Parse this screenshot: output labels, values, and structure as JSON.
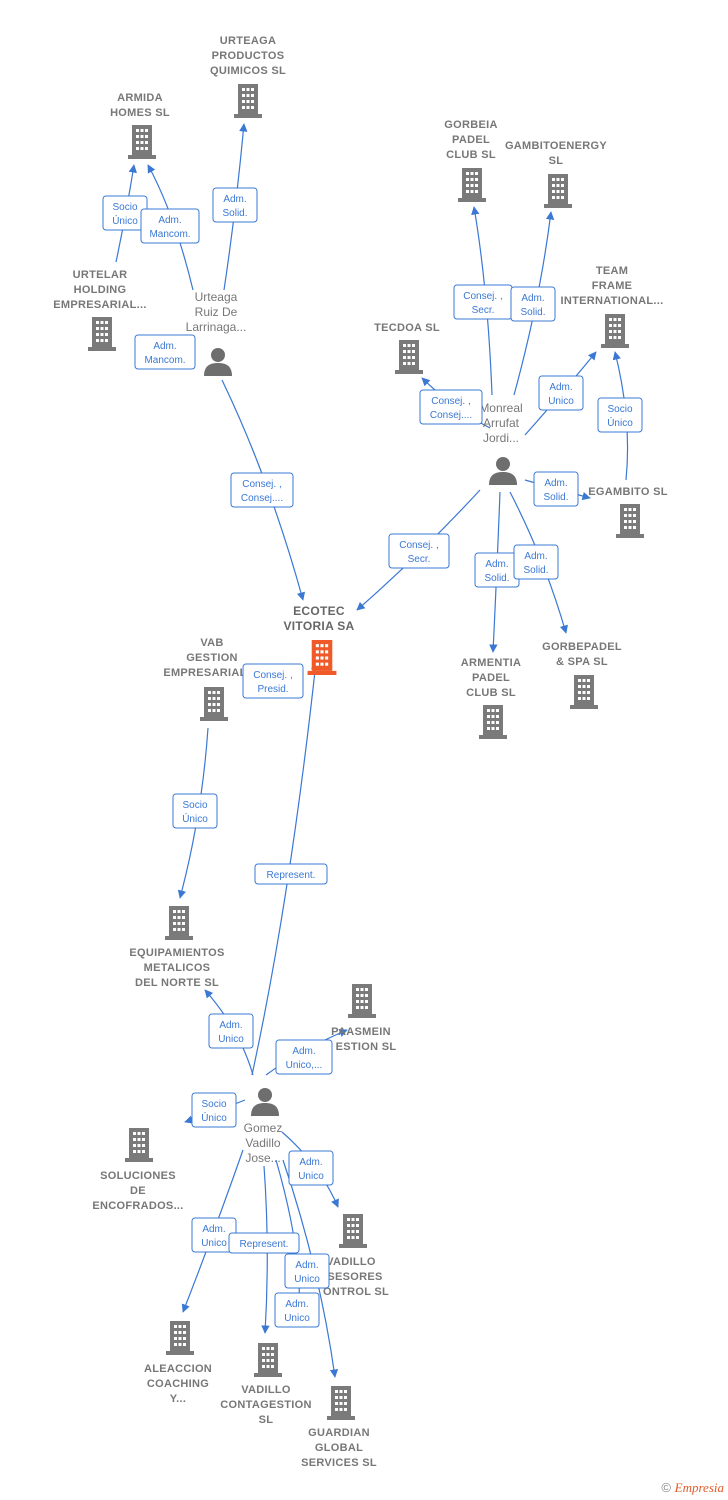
{
  "colors": {
    "edge": "#3a78d4",
    "building": "#7a7a7a",
    "center": "#f05a28",
    "person": "#6e6e6e"
  },
  "watermark": {
    "symbol": "©",
    "brand": "Empresia"
  },
  "nodes": [
    {
      "id": "urteaga_prod",
      "type": "company",
      "lines": [
        "URTEAGA",
        "PRODUCTOS",
        "QUIMICOS  SL"
      ]
    },
    {
      "id": "armida",
      "type": "company",
      "lines": [
        "ARMIDA",
        "HOMES  SL"
      ]
    },
    {
      "id": "urtelar",
      "type": "company",
      "lines": [
        "URTELAR",
        "HOLDING",
        "EMPRESARIAL..."
      ]
    },
    {
      "id": "urteaga_p",
      "type": "person",
      "lines": [
        "Urteaga",
        "Ruiz De",
        "Larrinaga..."
      ]
    },
    {
      "id": "gorbeia",
      "type": "company",
      "lines": [
        "GORBEIA",
        "PADEL",
        "CLUB  SL"
      ]
    },
    {
      "id": "gambito",
      "type": "company",
      "lines": [
        "GAMBITOENERGY",
        "SL"
      ]
    },
    {
      "id": "team",
      "type": "company",
      "lines": [
        "TEAM",
        "FRAME",
        "INTERNATIONAL..."
      ]
    },
    {
      "id": "tecdoa",
      "type": "company",
      "lines": [
        "TECDOA SL"
      ]
    },
    {
      "id": "monreal",
      "type": "person",
      "lines": [
        "Monreal",
        "Arrufat",
        "Jordi..."
      ]
    },
    {
      "id": "egambito",
      "type": "company",
      "lines": [
        "EGAMBITO SL"
      ]
    },
    {
      "id": "ecotec",
      "type": "center",
      "lines": [
        "ECOTEC",
        "VITORIA SA"
      ]
    },
    {
      "id": "vab",
      "type": "company",
      "lines": [
        "VAB",
        "GESTION",
        "EMPRESARIAL"
      ]
    },
    {
      "id": "armentia",
      "type": "company",
      "lines": [
        "ARMENTIA",
        "PADEL",
        "CLUB  SL"
      ]
    },
    {
      "id": "gorbepadel",
      "type": "company",
      "lines": [
        "GORBEPADEL",
        "& SPA  SL"
      ]
    },
    {
      "id": "equip",
      "type": "company",
      "lines": [
        "EQUIPAMIENTOS",
        "METALICOS",
        "DEL NORTE  SL"
      ]
    },
    {
      "id": "paasmein",
      "type": "company",
      "lines": [
        "PAASMEIN",
        "ESTION  SL"
      ]
    },
    {
      "id": "gomez",
      "type": "person",
      "lines": [
        "Gomez",
        "Vadillo",
        "Jose..."
      ]
    },
    {
      "id": "soluciones",
      "type": "company",
      "lines": [
        "SOLUCIONES",
        "DE",
        "ENCOFRADOS..."
      ]
    },
    {
      "id": "vadillo_as",
      "type": "company",
      "lines": [
        "VADILLO",
        "SESORES",
        "ONTROL SL"
      ]
    },
    {
      "id": "aleaccion",
      "type": "company",
      "lines": [
        "ALEACCION",
        "COACHING",
        "Y..."
      ]
    },
    {
      "id": "vadillo_cont",
      "type": "company",
      "lines": [
        "VADILLO",
        "CONTAGESTION",
        "SL"
      ]
    },
    {
      "id": "guardian",
      "type": "company",
      "lines": [
        "GUARDIAN",
        "GLOBAL",
        "SERVICES  SL"
      ]
    }
  ],
  "edge_labels": [
    {
      "lines": [
        "Adm.",
        "Solid."
      ]
    },
    {
      "lines": [
        "Socio",
        "Único"
      ]
    },
    {
      "lines": [
        "Adm.",
        "Mancom."
      ]
    },
    {
      "lines": [
        "Adm.",
        "Mancom."
      ]
    },
    {
      "lines": [
        "Consej. ,",
        "Consej...."
      ]
    },
    {
      "lines": [
        "Consej. ,",
        "Secr."
      ]
    },
    {
      "lines": [
        "Adm.",
        "Solid."
      ]
    },
    {
      "lines": [
        "Adm.",
        "Unico"
      ]
    },
    {
      "lines": [
        "Socio",
        "Único"
      ]
    },
    {
      "lines": [
        "Consej. ,",
        "Consej...."
      ]
    },
    {
      "lines": [
        "Adm.",
        "Solid."
      ]
    },
    {
      "lines": [
        "Consej. ,",
        "Secr."
      ]
    },
    {
      "lines": [
        "Adm.",
        "Solid."
      ]
    },
    {
      "lines": [
        "Adm.",
        "Solid."
      ]
    },
    {
      "lines": [
        "Consej. ,",
        "Presid."
      ]
    },
    {
      "lines": [
        "Socio",
        "Único"
      ]
    },
    {
      "lines": [
        "Represent."
      ]
    },
    {
      "lines": [
        "Adm.",
        "Unico"
      ]
    },
    {
      "lines": [
        "Adm.",
        "Unico,..."
      ]
    },
    {
      "lines": [
        "Socio",
        "Único"
      ]
    },
    {
      "lines": [
        "Adm.",
        "Unico"
      ]
    },
    {
      "lines": [
        "Adm.",
        "Unico"
      ]
    },
    {
      "lines": [
        "Represent."
      ]
    },
    {
      "lines": [
        "Adm.",
        "Unico"
      ]
    },
    {
      "lines": [
        "Adm.",
        "Unico"
      ]
    }
  ]
}
